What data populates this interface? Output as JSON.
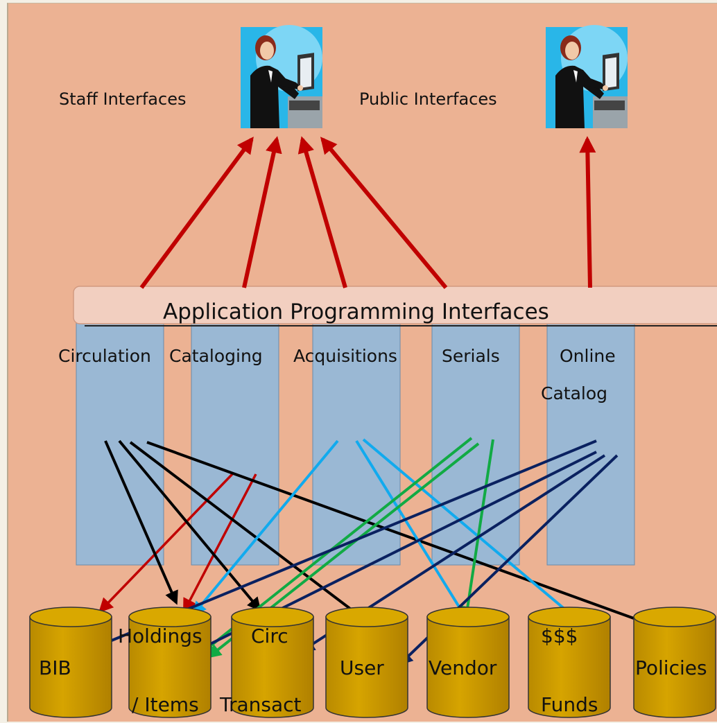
{
  "interfaces": {
    "staff_label": "Staff Interfaces",
    "public_label": "Public Interfaces"
  },
  "api_bar": {
    "label": "Application Programming Interfaces"
  },
  "modules": [
    {
      "id": "circulation",
      "lines": [
        "Circulation"
      ]
    },
    {
      "id": "cataloging",
      "lines": [
        "Cataloging"
      ]
    },
    {
      "id": "acquisitions",
      "lines": [
        "Acquisitions"
      ]
    },
    {
      "id": "serials",
      "lines": [
        "Serials"
      ]
    },
    {
      "id": "online-catalog",
      "lines": [
        "Online",
        "Catalog"
      ]
    }
  ],
  "databases": [
    {
      "id": "bib",
      "lines": [
        "BIB"
      ]
    },
    {
      "id": "holdings-items",
      "lines": [
        "Holdings",
        "/ Items"
      ]
    },
    {
      "id": "circ-transactions",
      "lines": [
        "Circ",
        "Transact"
      ]
    },
    {
      "id": "user",
      "lines": [
        "User"
      ]
    },
    {
      "id": "vendor",
      "lines": [
        "Vendor"
      ]
    },
    {
      "id": "funds",
      "lines": [
        "$$$",
        "Funds"
      ]
    },
    {
      "id": "policies",
      "lines": [
        "Policies"
      ]
    }
  ],
  "colors": {
    "background": "#ecb293",
    "api_bar_fill": "#f2cfc0",
    "module_fill": "#9ab8d4",
    "cylinder_fill": "#cc9a00",
    "red_arrow": "#c00000",
    "black_arrow": "#000000",
    "cyan_arrow": "#11aaee",
    "green_arrow": "#11aa44",
    "navy_arrow": "#0a2160"
  },
  "icons": {
    "staff_user": "person-at-computer-icon",
    "public_user": "person-at-computer-icon"
  }
}
